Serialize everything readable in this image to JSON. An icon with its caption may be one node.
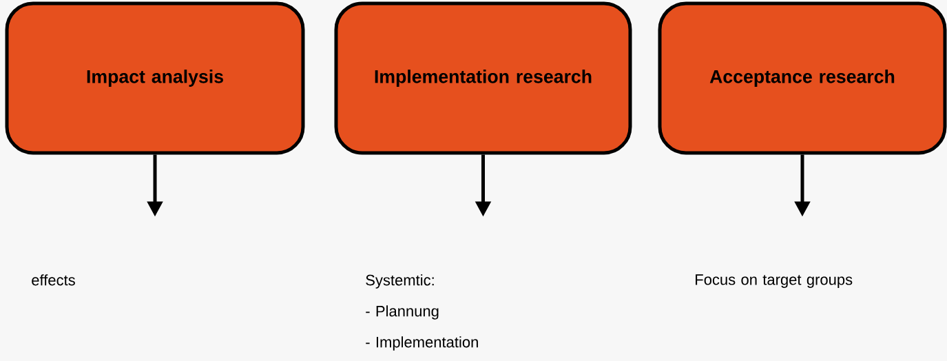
{
  "diagram": {
    "nodes": [
      {
        "text": [
          "Impact analysis"
        ]
      },
      {
        "text": [
          "Implementation research"
        ]
      },
      {
        "text": [
          "Acceptance research"
        ]
      }
    ],
    "edges": [
      {
        "from": 0,
        "to": null,
        "arrow": "to"
      },
      {
        "from": 1,
        "to": null,
        "arrow": "to"
      },
      {
        "from": 2,
        "to": null,
        "arrow": "to"
      }
    ],
    "labels": [
      "effects",
      "Systemtic:",
      "- Plannung",
      "- Implementation",
      "Focus on target groups"
    ]
  }
}
